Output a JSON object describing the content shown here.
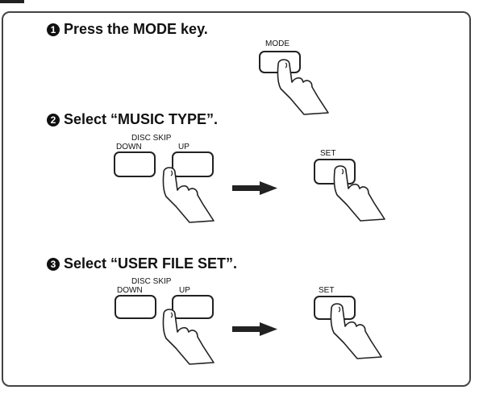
{
  "steps": [
    {
      "number": "1",
      "text": "Press the MODE key."
    },
    {
      "number": "2",
      "text": "Select “MUSIC TYPE”."
    },
    {
      "number": "3",
      "text": "Select “USER FILE SET”."
    }
  ],
  "labels": {
    "mode": "MODE",
    "disc_skip": "DISC SKIP",
    "down": "DOWN",
    "up": "UP",
    "set": "SET"
  },
  "icons": {
    "hand": "pointing-hand-icon",
    "arrow": "right-arrow-icon"
  }
}
